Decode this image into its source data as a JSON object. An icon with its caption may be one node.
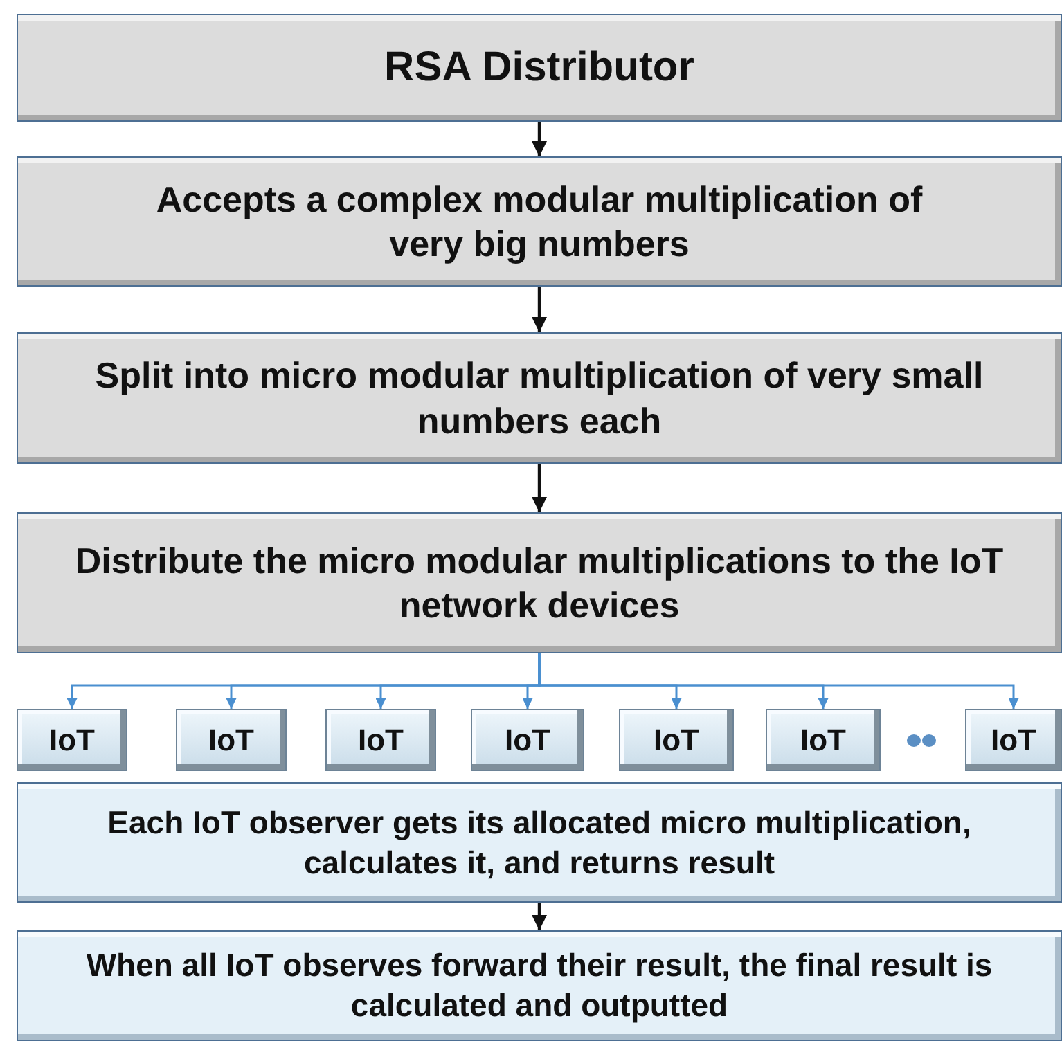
{
  "diagram": {
    "nodes": [
      {
        "text": [
          "RSA Distributor"
        ]
      },
      {
        "text": [
          "Accepts a complex modular multiplication of very big numbers"
        ]
      },
      {
        "text": [
          "Split into micro modular multiplication of very small numbers each"
        ]
      },
      {
        "text": [
          "Distribute the micro modular multiplications to the IoT network devices"
        ]
      },
      {
        "text": [
          "IoT"
        ]
      },
      {
        "text": [
          "IoT"
        ]
      },
      {
        "text": [
          "IoT"
        ]
      },
      {
        "text": [
          "IoT"
        ]
      },
      {
        "text": [
          "IoT"
        ]
      },
      {
        "text": [
          "IoT"
        ]
      },
      {
        "text": [
          "IoT"
        ]
      },
      {
        "text": [
          "Each IoT observer gets its allocated micro multiplication, calculates it, and returns result"
        ]
      },
      {
        "text": [
          "When all IoT observes forward their result, the final result is calculated and outputted"
        ]
      }
    ],
    "edges": [
      {
        "from": 0,
        "to": 1,
        "arrow": "to",
        "color": "#111111"
      },
      {
        "from": 1,
        "to": 2,
        "arrow": "to",
        "color": "#111111"
      },
      {
        "from": 2,
        "to": 3,
        "arrow": "to",
        "color": "#111111"
      },
      {
        "from": 3,
        "to": 4,
        "arrow": "to"
      },
      {
        "from": 3,
        "to": 5,
        "arrow": "to"
      },
      {
        "from": 3,
        "to": 6,
        "arrow": "to"
      },
      {
        "from": 3,
        "to": 7,
        "arrow": "to"
      },
      {
        "from": 3,
        "to": 8,
        "arrow": "to"
      },
      {
        "from": 3,
        "to": 9,
        "arrow": "to"
      },
      {
        "from": 3,
        "to": 10,
        "arrow": "to"
      },
      {
        "from": 11,
        "to": 12,
        "arrow": "to",
        "color": "#111111"
      }
    ]
  }
}
